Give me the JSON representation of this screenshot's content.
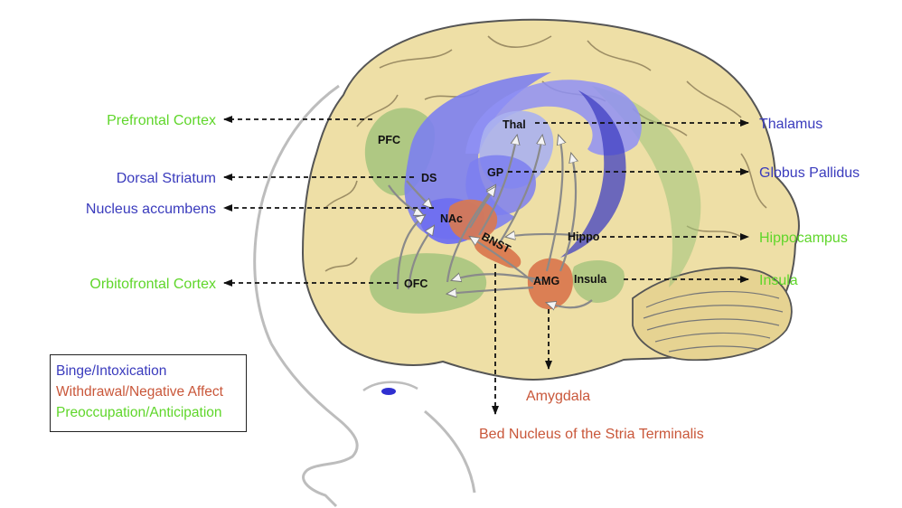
{
  "colors": {
    "binge": "#3a3bbd",
    "withdrawal": "#c9573a",
    "preoccupation": "#5fd62a",
    "brain_fill": "#eedfa6",
    "brain_outline": "#555555",
    "green_region": "#9fc27a",
    "blue_region": "#7c7ff0",
    "orange_region": "#d9794f"
  },
  "regions": {
    "pfc": {
      "abbr": "PFC",
      "name": "Prefrontal Cortex"
    },
    "ds": {
      "abbr": "DS",
      "name": "Dorsal Striatum"
    },
    "nac": {
      "abbr": "NAc",
      "name": "Nucleus accumbens"
    },
    "ofc": {
      "abbr": "OFC",
      "name": "Orbitofrontal Cortex"
    },
    "thal": {
      "abbr": "Thal",
      "name": "Thalamus"
    },
    "gp": {
      "abbr": "GP",
      "name": "Globus Pallidus"
    },
    "hippo": {
      "abbr": "Hippo",
      "name": "Hippocampus"
    },
    "insula": {
      "abbr": "Insula",
      "name": "Insula"
    },
    "amg": {
      "abbr": "AMG",
      "name": "Amygdala"
    },
    "bnst": {
      "abbr": "BNST",
      "name": "Bed Nucleus of the Stria Terminalis"
    }
  },
  "legend": {
    "binge": "Binge/Intoxication",
    "withdrawal": "Withdrawal/Negative Affect",
    "preoccupation": "Preoccupation/Anticipation"
  }
}
